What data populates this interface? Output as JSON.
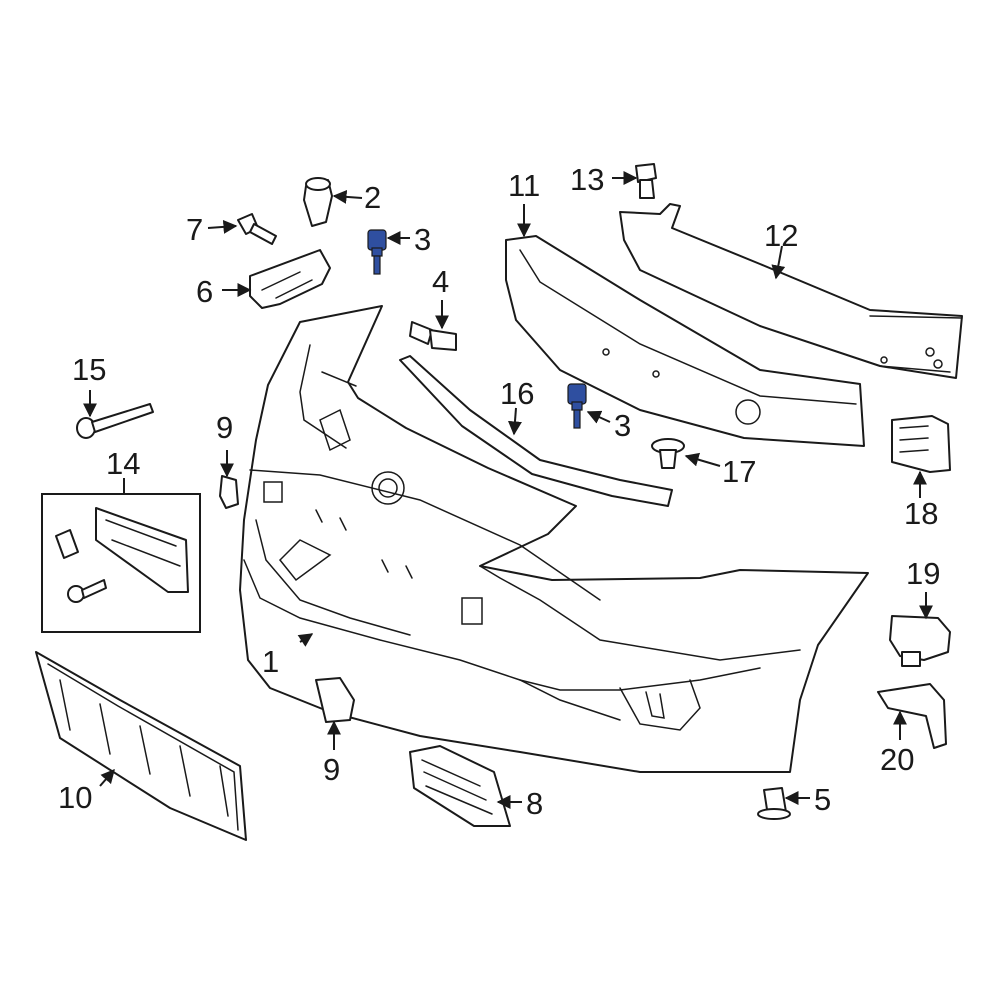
{
  "diagram": {
    "highlight_color": "#2f4fa0",
    "callouts": [
      {
        "id": "c1",
        "label": "1"
      },
      {
        "id": "c2",
        "label": "2"
      },
      {
        "id": "c3a",
        "label": "3"
      },
      {
        "id": "c3b",
        "label": "3"
      },
      {
        "id": "c4",
        "label": "4"
      },
      {
        "id": "c5",
        "label": "5"
      },
      {
        "id": "c6",
        "label": "6"
      },
      {
        "id": "c7",
        "label": "7"
      },
      {
        "id": "c8",
        "label": "8"
      },
      {
        "id": "c9a",
        "label": "9"
      },
      {
        "id": "c9b",
        "label": "9"
      },
      {
        "id": "c10",
        "label": "10"
      },
      {
        "id": "c11",
        "label": "11"
      },
      {
        "id": "c12",
        "label": "12"
      },
      {
        "id": "c13",
        "label": "13"
      },
      {
        "id": "c14",
        "label": "14"
      },
      {
        "id": "c15",
        "label": "15"
      },
      {
        "id": "c16",
        "label": "16"
      },
      {
        "id": "c17",
        "label": "17"
      },
      {
        "id": "c18",
        "label": "18"
      },
      {
        "id": "c19",
        "label": "19"
      },
      {
        "id": "c20",
        "label": "20"
      }
    ]
  }
}
